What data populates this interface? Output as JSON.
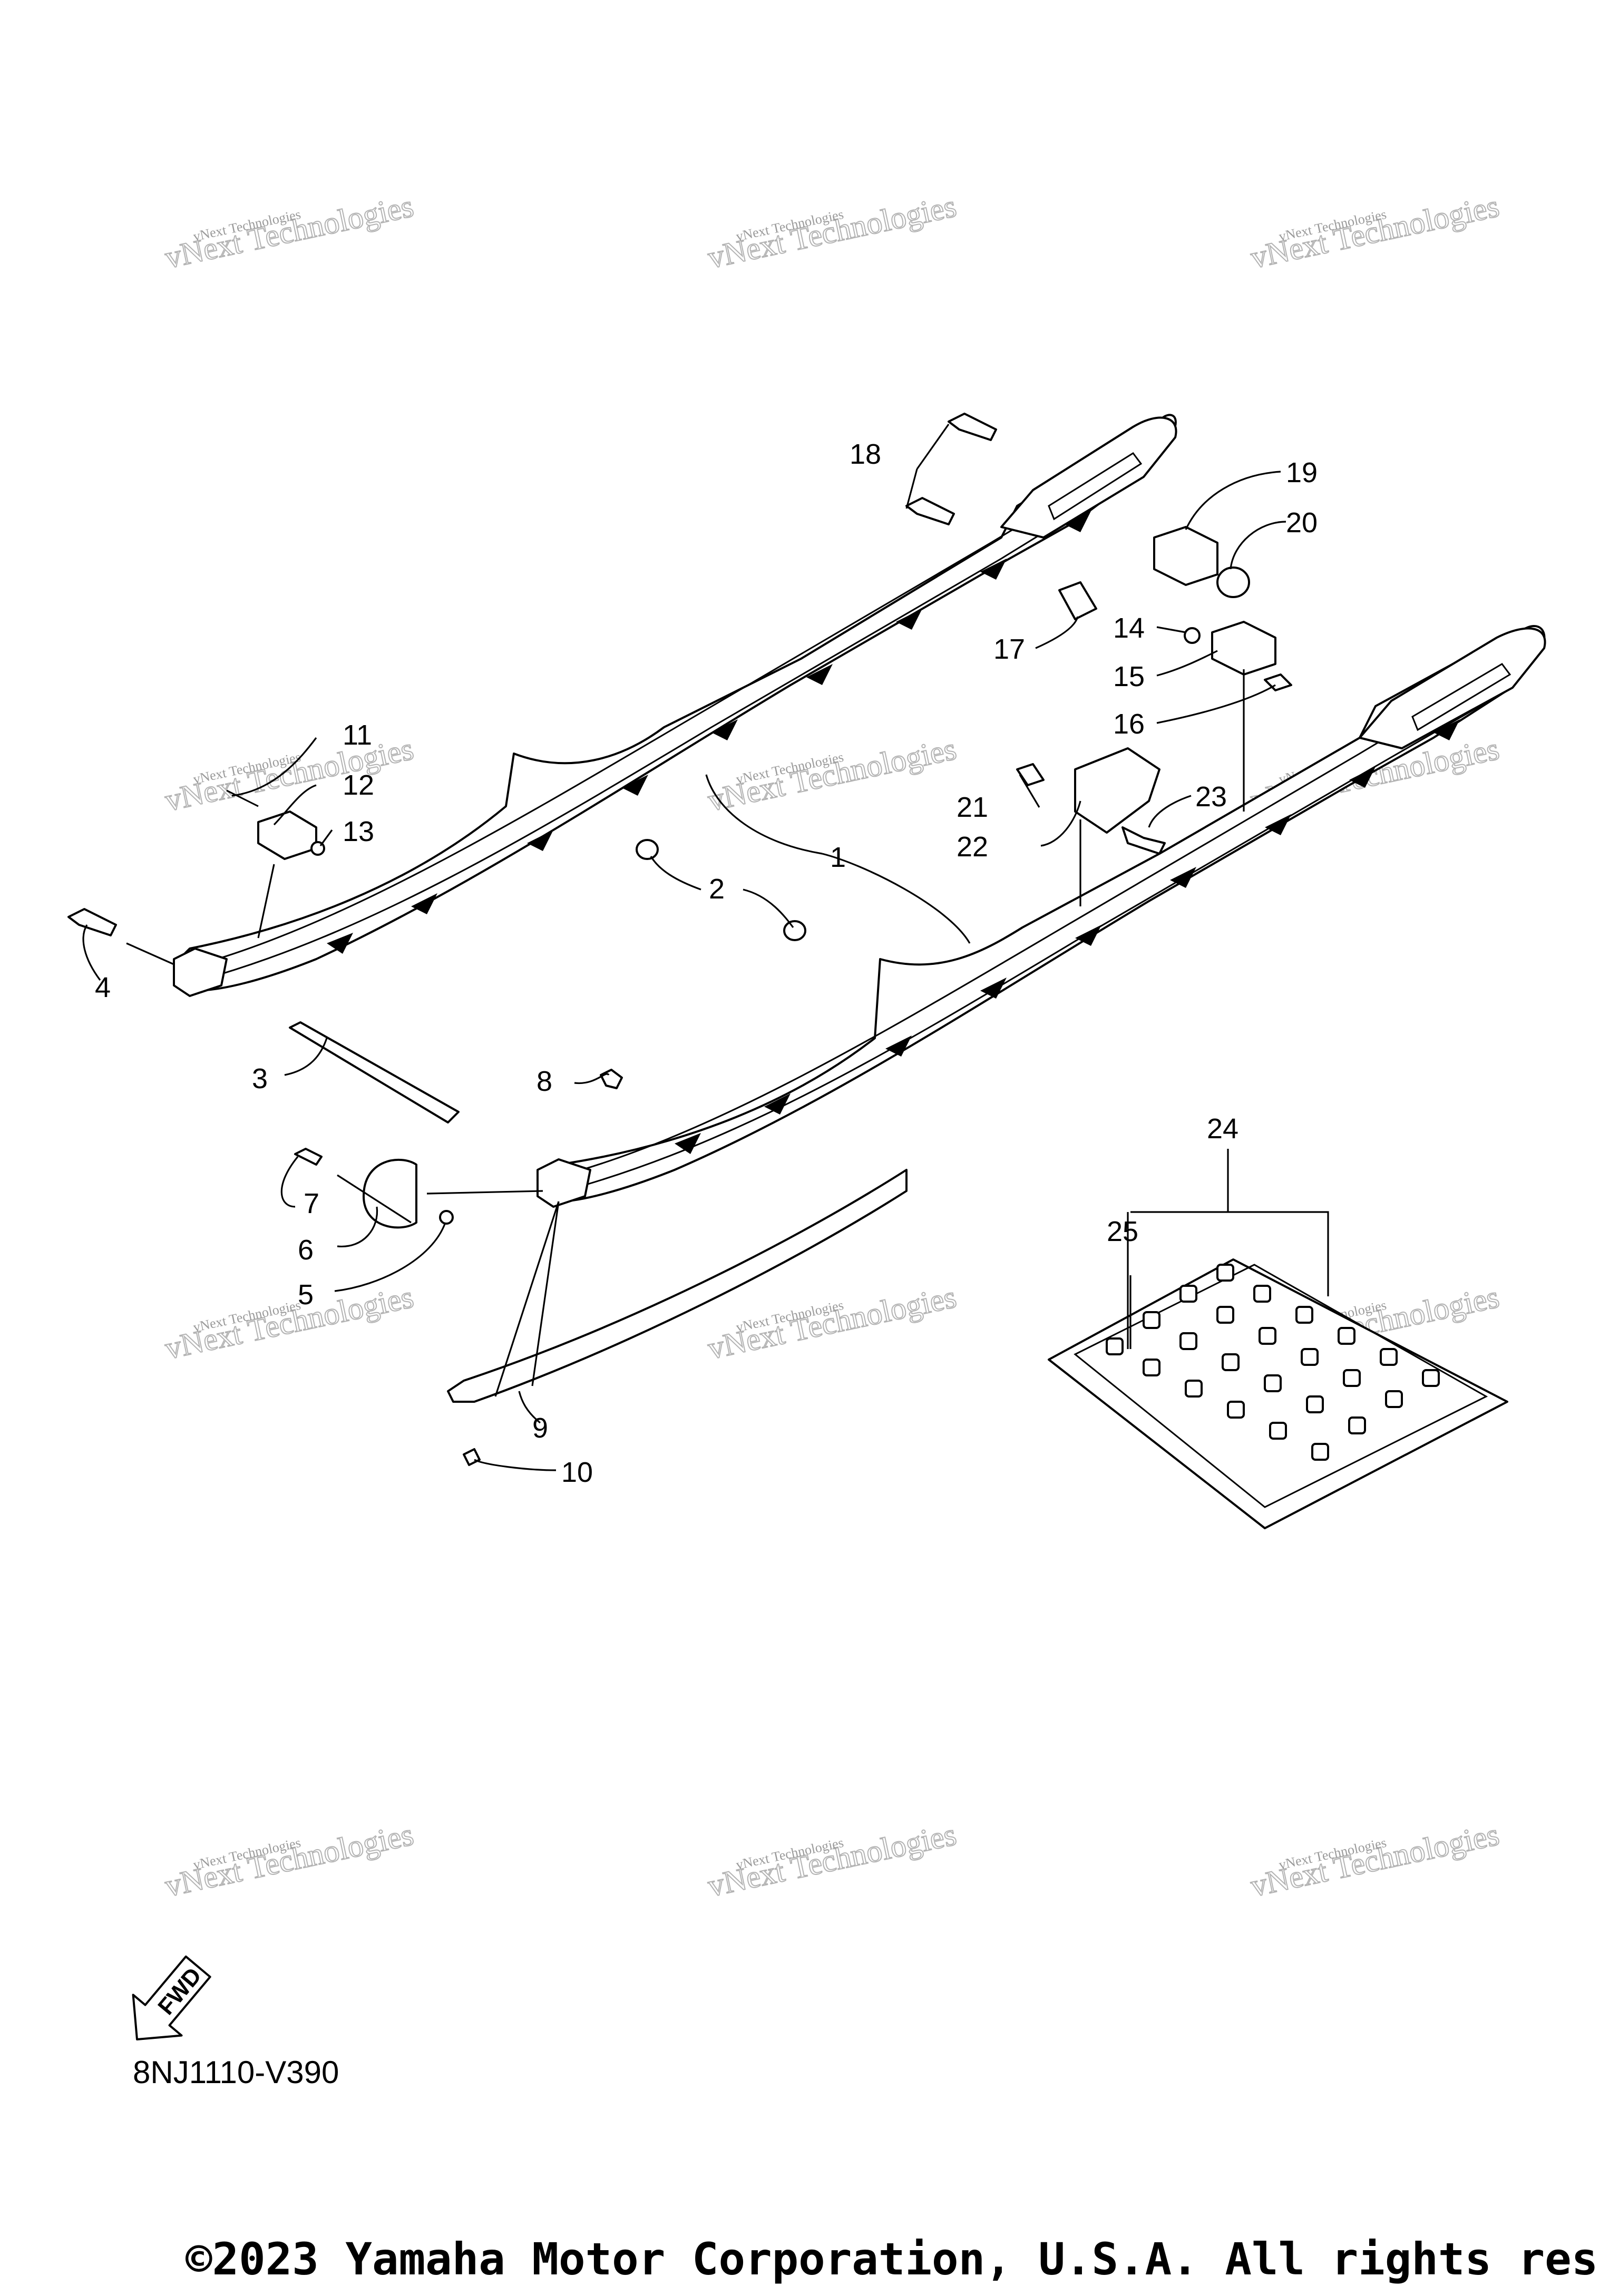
{
  "diagram": {
    "code": "8NJ1110-V390",
    "copyright": "©2023 Yamaha Motor Corporation, U.S.A. All rights res",
    "fwd_label": "FWD"
  },
  "watermark": {
    "line1": "vNext Technologies",
    "line2": "vNext Technologies"
  },
  "callouts": [
    "1",
    "2",
    "3",
    "4",
    "5",
    "6",
    "7",
    "8",
    "9",
    "10",
    "11",
    "12",
    "13",
    "14",
    "15",
    "16",
    "17",
    "18",
    "19",
    "20",
    "21",
    "22",
    "23",
    "24",
    "25"
  ]
}
